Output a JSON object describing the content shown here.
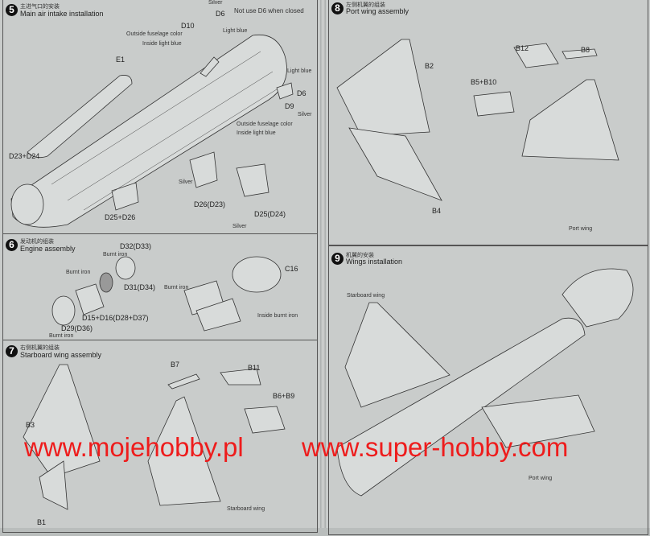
{
  "step5": {
    "number": "5",
    "title_cn": "主进气口的安装",
    "title": "Main air intake installation",
    "labels": [
      "Silver",
      "D6",
      "Not use D6 when closed",
      "D10",
      "Outside fuselage color",
      "Inside light blue",
      "Light blue",
      "E1",
      "Light blue",
      "D6",
      "Silver",
      "D9",
      "Outside fuselage color",
      "Inside light blue",
      "D23+D24",
      "Silver",
      "D26(D23)",
      "D25+D26",
      "Silver",
      "D25(D24)"
    ]
  },
  "step6": {
    "number": "6",
    "title_cn": "发动机的组装",
    "title": "Engine assembly",
    "labels": [
      "D32(D33)",
      "Burnt iron",
      "Burnt iron",
      "D31(D34)",
      "Burnt iron",
      "D15+D16(D28+D37)",
      "D29(D36)",
      "Burnt iron",
      "C16",
      "Inside burnt iron"
    ]
  },
  "step7": {
    "number": "7",
    "title_cn": "右侧机翼的组装",
    "title": "Starboard wing assembly",
    "labels": [
      "B7",
      "B11",
      "B6+B9",
      "B3",
      "B1",
      "Starboard wing"
    ]
  },
  "step8": {
    "number": "8",
    "title_cn": "左侧机翼的组装",
    "title": "Port wing assembly",
    "labels": [
      "B2",
      "B12",
      "B8",
      "B5+B10",
      "B4",
      "Port wing"
    ]
  },
  "step9": {
    "number": "9",
    "title_cn": "机翼的安装",
    "title": "Wings installation",
    "labels": [
      "Starboard wing",
      "Port wing"
    ]
  },
  "watermark": {
    "left": "www.mojehobby.pl",
    "right": "www.super-hobby.com"
  }
}
